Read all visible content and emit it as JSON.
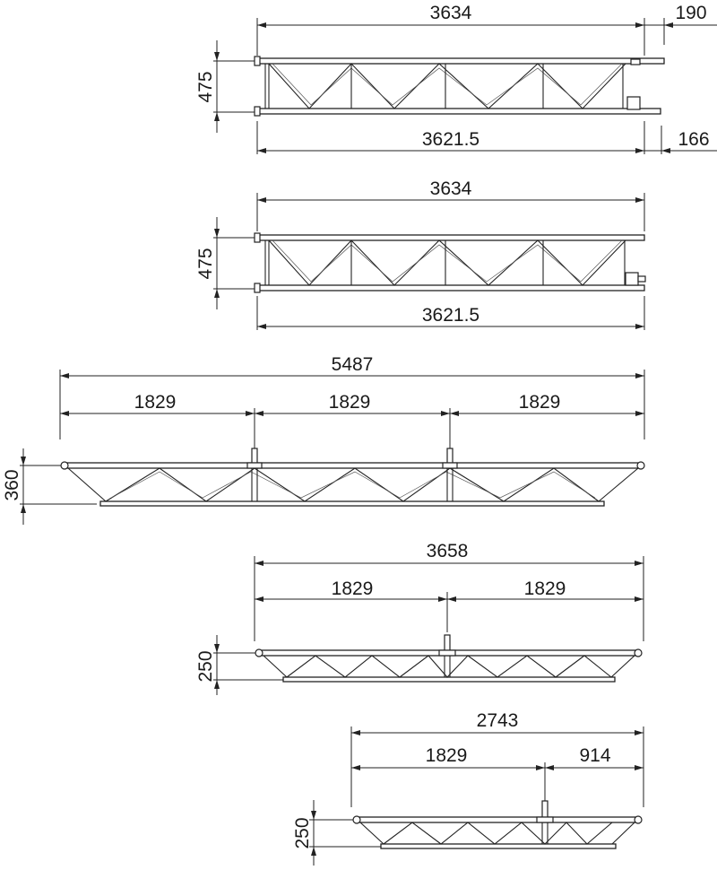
{
  "truss_1": {
    "overall_length": "3634",
    "overhang": "190",
    "height": "475",
    "bottom_length": "3621.5",
    "bottom_overhang": "166"
  },
  "truss_2": {
    "overall_length": "3634",
    "height": "475",
    "bottom_length": "3621.5"
  },
  "truss_3": {
    "overall_length": "5487",
    "spans": [
      "1829",
      "1829",
      "1829"
    ],
    "height": "360"
  },
  "truss_4": {
    "overall_length": "3658",
    "spans": [
      "1829",
      "1829"
    ],
    "height": "250"
  },
  "truss_5": {
    "overall_length": "2743",
    "spans": [
      "1829",
      "914"
    ],
    "height": "250"
  }
}
